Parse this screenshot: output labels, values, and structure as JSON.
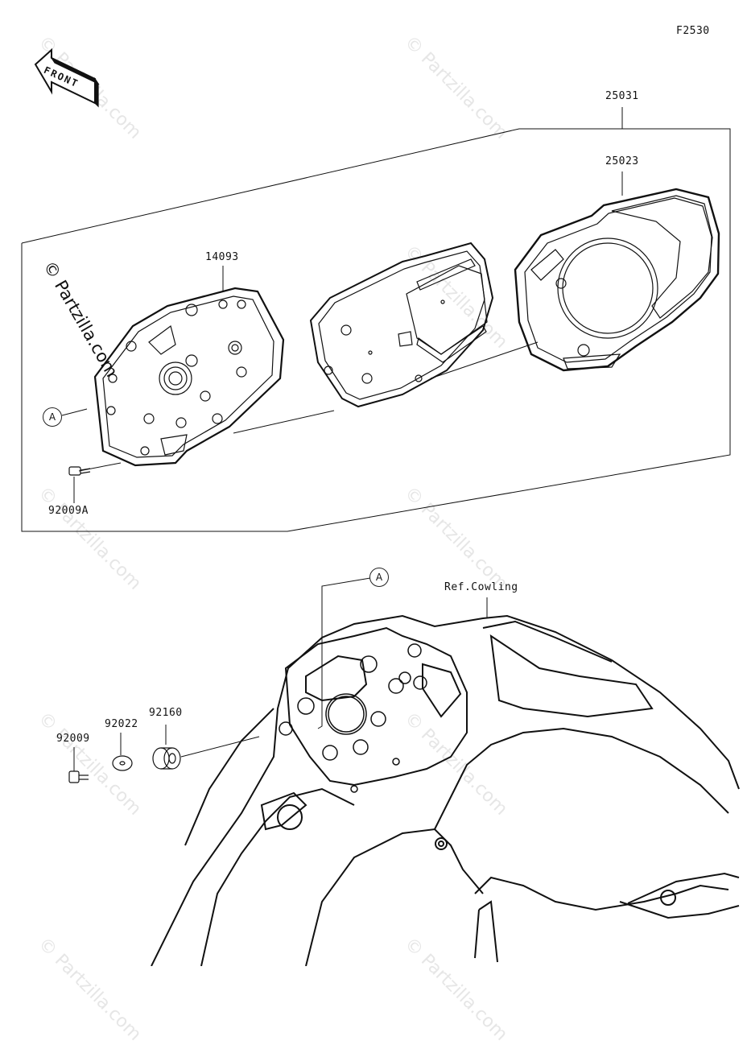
{
  "figure_code": "F2530",
  "front_arrow_label": "FRONT",
  "watermark": {
    "main": "© Partzilla.com",
    "tile": "© Partzilla.com"
  },
  "parts": {
    "assembly": "25031",
    "lens_cover": "25023",
    "housing": "14093",
    "screw_a": "92009A",
    "screw": "92009",
    "washer": "92022",
    "grommet": "92160"
  },
  "callouts": {
    "a_upper": "A",
    "a_lower": "A"
  },
  "reference": {
    "cowling": "Ref.Cowling"
  }
}
